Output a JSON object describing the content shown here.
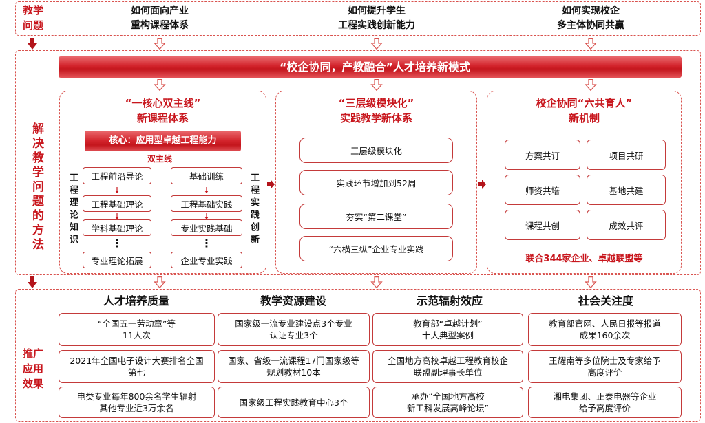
{
  "colors": {
    "accent": "#c8161d",
    "dashed_border": "#d9534f",
    "box_border": "#c43a3a"
  },
  "problems": {
    "label": "教学\n问题",
    "items": [
      "如何面向产业\n重构课程体系",
      "如何提升学生\n工程实践创新能力",
      "如何实现校企\n多主体协同共赢"
    ]
  },
  "methods": {
    "label": "解决教学问题的方法",
    "banner": "“校企协同，产教融合”人才培养新模式",
    "curriculum": {
      "title": "“一核心双主线”\n新课程体系",
      "core": "核心：应用型卓越工程能力",
      "lines_label": "双主线",
      "left_label": "工程理论知识",
      "right_label": "工程实践创新",
      "left_items": [
        "工程前沿导论",
        "工程基础理论",
        "学科基础理论",
        "专业理论拓展"
      ],
      "right_items": [
        "基础训练",
        "工程基础实践",
        "专业实践基础",
        "企业专业实践"
      ],
      "ellipsis": "⋮"
    },
    "practice": {
      "title": "“三层级模块化”\n实践教学新体系",
      "items": [
        "三层级模块化",
        "实践环节增加到52周",
        "夯实“第二课堂”",
        "“六横三纵”企业专业实践"
      ]
    },
    "mechanism": {
      "title": "校企协同“六共育人”\n新机制",
      "items": [
        "方案共订",
        "项目共研",
        "师资共培",
        "基地共建",
        "课程共创",
        "成效共评"
      ],
      "note": "联合344家企业、卓越联盟等"
    }
  },
  "results": {
    "label": "推广\n应用\n效果",
    "columns": [
      {
        "title": "人才培养质量",
        "items": [
          "“全国五一劳动章”等\n11人次",
          "2021年全国电子设计大赛排名全国\n第七",
          "电类专业每年800余名学生辐射\n其他专业近3万余名"
        ]
      },
      {
        "title": "教学资源建设",
        "items": [
          "国家级一流专业建设点3个专业\n认证专业3个",
          "国家、省级一流课程17门国家级等\n规划教材10本",
          "国家级工程实践教育中心3个"
        ]
      },
      {
        "title": "示范辐射效应",
        "items": [
          "教育部“卓越计划”\n十大典型案例",
          "全国地方高校卓越工程教育校企\n联盟副理事长单位",
          "承办“全国地方高校\n新工科发展高峰论坛”"
        ]
      },
      {
        "title": "社会关注度",
        "items": [
          "教育部官网、人民日报等报道\n成果160余次",
          "王耀南等多位院士及专家给予\n高度评价",
          "湘电集团、正泰电器等企业\n给予高度评价"
        ]
      }
    ]
  }
}
